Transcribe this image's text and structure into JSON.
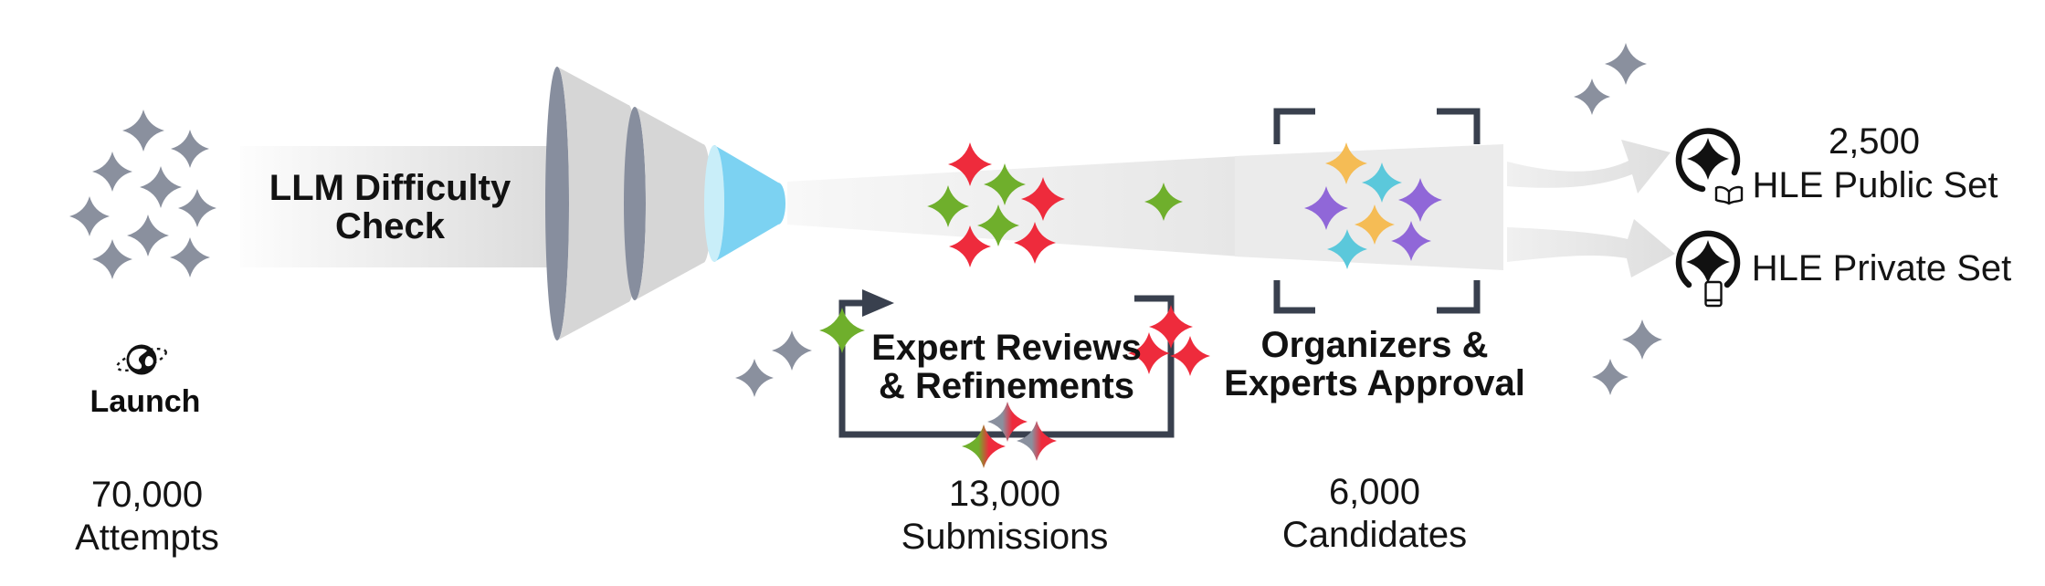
{
  "figure": {
    "launch": {
      "icon": "globe-orbit-icon",
      "label": "Launch",
      "count": "70,000",
      "unit": "Attempts"
    },
    "difficulty": {
      "line1": "LLM Difficulty",
      "line2": "Check"
    },
    "review": {
      "line1": "Expert Reviews",
      "line2": "& Refinements",
      "count": "13,000",
      "unit": "Submissions"
    },
    "approval": {
      "line1": "Organizers &",
      "line2": "Experts Approval",
      "count": "6,000",
      "unit": "Candidates"
    },
    "public_set": {
      "count": "2,500",
      "label": "HLE Public Set",
      "icon": "star-circle-book-icon"
    },
    "private_set": {
      "label": "HLE Private Set",
      "icon": "star-circle-device-icon"
    }
  },
  "colors": {
    "gray": "#8A909E",
    "red": "#EE2B3C",
    "green": "#6FAF2C",
    "purple": "#9067D8",
    "cyan": "#5BC8DB",
    "yellow": "#F5BC55",
    "line": "#39404E",
    "ink": "#111111",
    "funnel_blue": "#7CD2F2",
    "funnel_blue_rim": "#C9EEF9",
    "funnel_gray": "#D6D6D6",
    "funnel_rim": "#878E9E"
  }
}
